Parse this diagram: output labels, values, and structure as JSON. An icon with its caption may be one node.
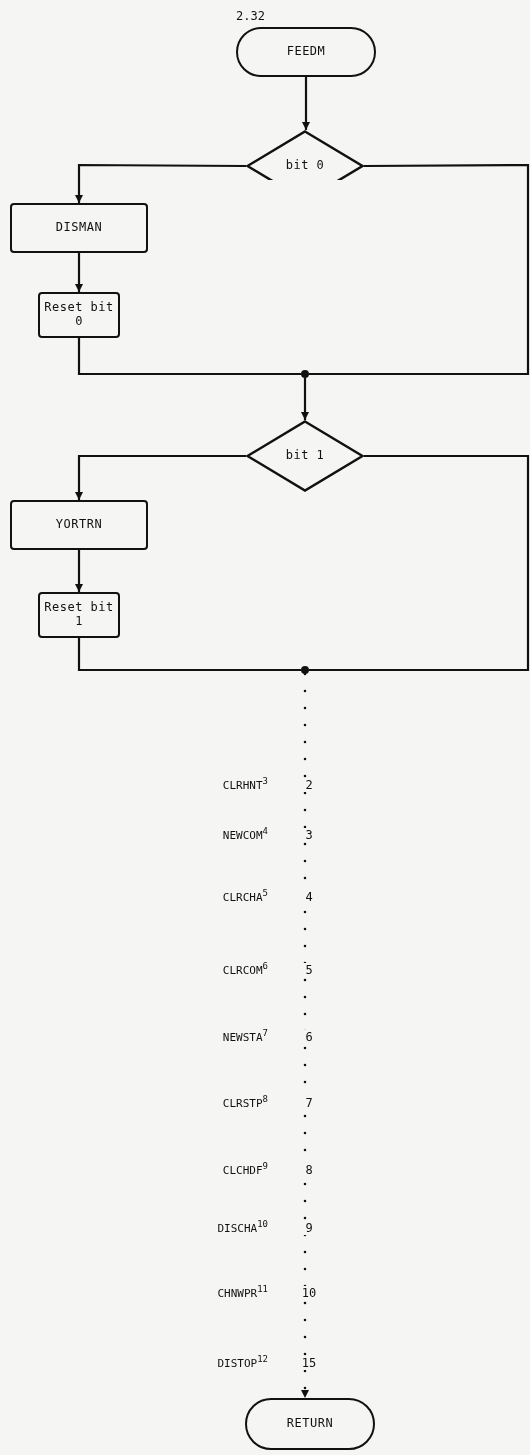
{
  "diagram": {
    "nodes": [
      {
        "text": [
          "FEEDM"
        ],
        "beside": [
          "2.32"
        ]
      },
      {
        "text": [
          "bit 0"
        ]
      },
      {
        "text": [
          "DISMAN"
        ]
      },
      {
        "text": [
          "Reset bit 0"
        ]
      },
      {
        "text": [],
        "shape": "circle"
      },
      {
        "text": [
          "bit 1"
        ]
      },
      {
        "text": [
          "YORTRN"
        ]
      },
      {
        "text": [
          "Reset bit 1"
        ]
      },
      {
        "text": [],
        "shape": "circle"
      },
      {
        "text": [
          "RETURN"
        ]
      }
    ],
    "edges": [
      {
        "from": 0,
        "to": 1,
        "arrow": "to"
      },
      {
        "from": 1,
        "to": 2,
        "arrow": "to"
      },
      {
        "from": 1,
        "to": 4,
        "arrow": "none"
      },
      {
        "from": 2,
        "to": 3,
        "arrow": "to"
      },
      {
        "from": 3,
        "to": 4,
        "arrow": "none"
      },
      {
        "from": 4,
        "to": 5,
        "arrow": "to"
      },
      {
        "from": 5,
        "to": 6,
        "arrow": "to"
      },
      {
        "from": 5,
        "to": 8,
        "arrow": "none"
      },
      {
        "from": 6,
        "to": 7,
        "arrow": "to"
      },
      {
        "from": 7,
        "to": 8,
        "arrow": "none"
      },
      {
        "from": 8,
        "to": 9,
        "arrow": "to",
        "style": "dashed"
      }
    ],
    "labels": [
      "CLRHNT$^{3}$",
      "2",
      "NEWCOM$^{4}$",
      "3",
      "CLRCHA$^{5}$",
      "4",
      "CLRCOM$^{6}$",
      "5",
      "NEWSTA$^{7}$",
      "6",
      "CLRSTP$^{8}$",
      "7",
      "CLCHDF$^{9}$",
      "8",
      "DISCHA$^{10}$",
      "9",
      "CHNWPR$^{11}$",
      "10",
      "DISTOP$^{12}$",
      "15"
    ]
  }
}
